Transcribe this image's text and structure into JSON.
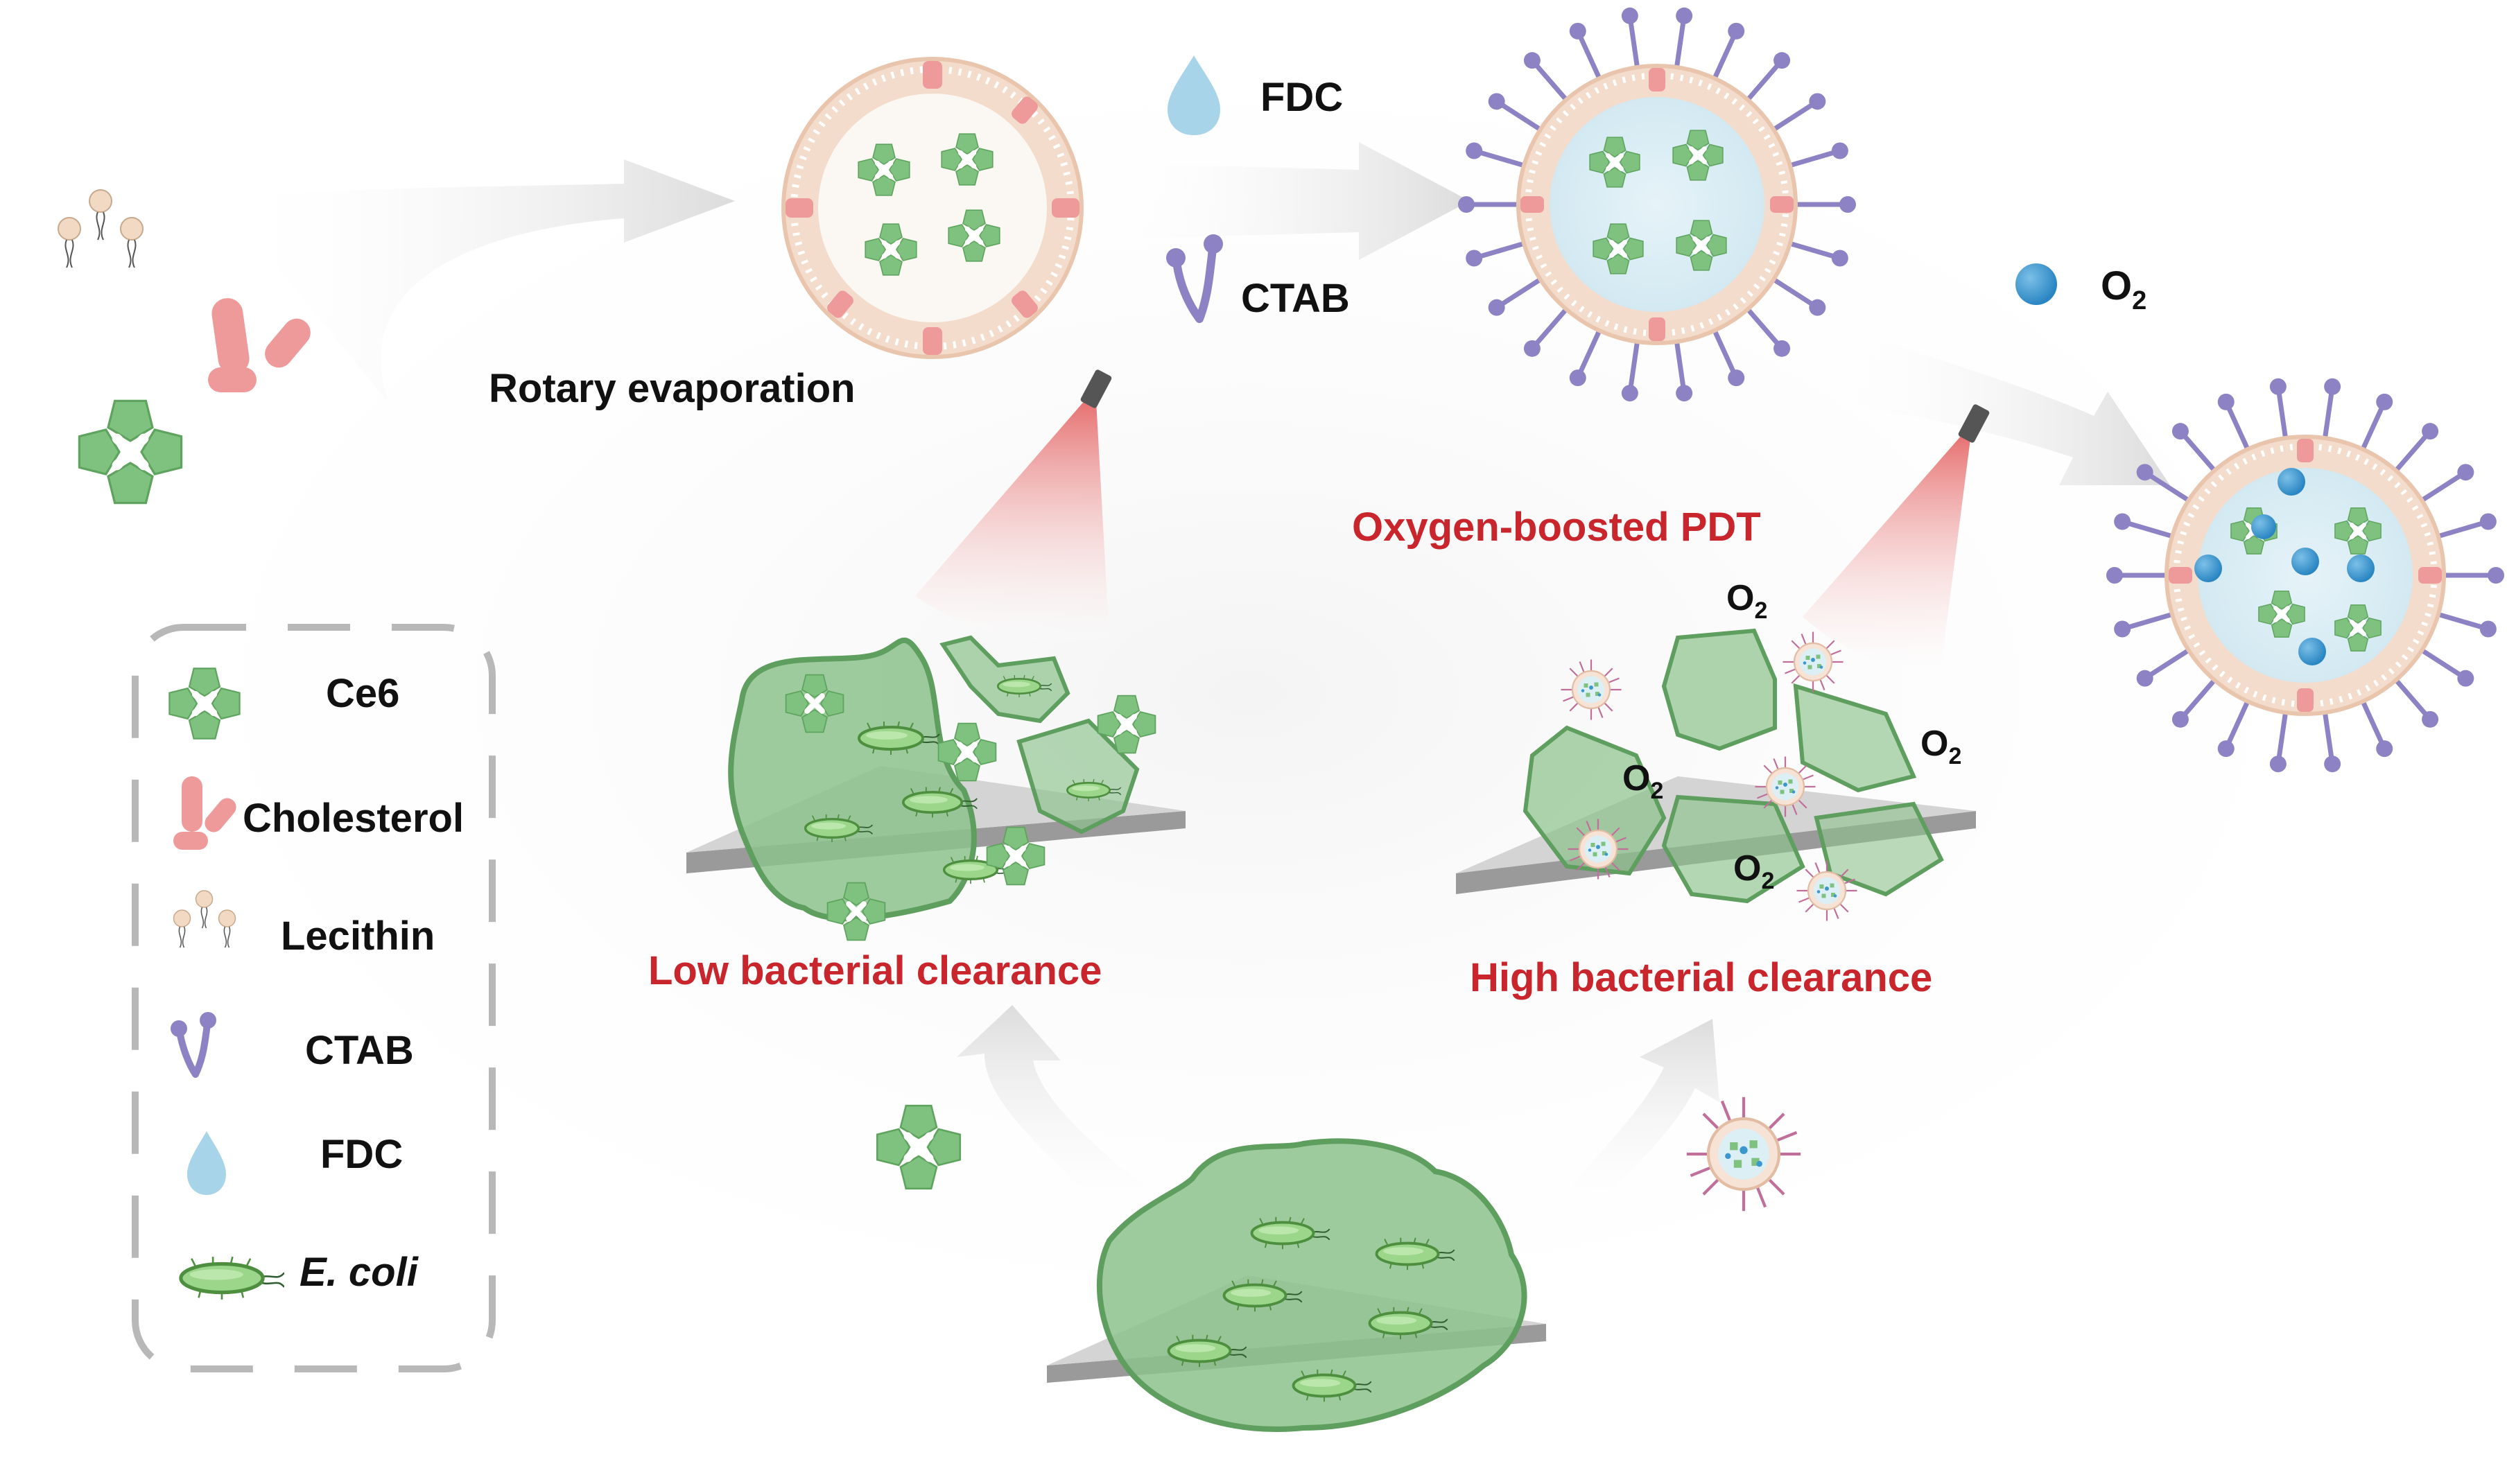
{
  "labels": {
    "fdc": "FDC",
    "ctab": "CTAB",
    "o2": "O",
    "o2_sub": "2",
    "rotary": "Rotary evaporation",
    "oxygen_pdt": "Oxygen-boosted PDT",
    "low_clearance": "Low bacterial clearance",
    "high_clearance": "High bacterial clearance"
  },
  "legend": {
    "items": [
      {
        "key": "ce6",
        "label": "Ce6"
      },
      {
        "key": "cholesterol",
        "label": "Cholesterol"
      },
      {
        "key": "lecithin",
        "label": "Lecithin"
      },
      {
        "key": "ctab",
        "label": "CTAB"
      },
      {
        "key": "fdc",
        "label": "FDC"
      },
      {
        "key": "ecoli",
        "label": "E. coli"
      }
    ]
  },
  "colors": {
    "ce6_green": "#7fc27f",
    "cholesterol_pink": "#ee9a9a",
    "lecithin_beige": "#f2d9c4",
    "ctab_purple": "#8d83c4",
    "fdc_blue": "#a8d4ea",
    "o2_blue": "#3d97cf",
    "biofilm_green": "#8cc28c",
    "red_text": "#c9252c"
  }
}
